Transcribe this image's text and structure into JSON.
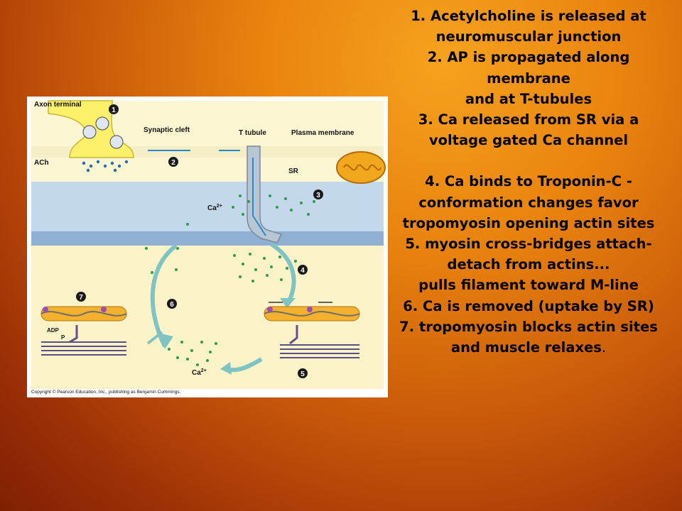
{
  "figure": {
    "labels": {
      "axon_terminal": "Axon terminal",
      "synaptic_cleft": "Synaptic cleft",
      "t_tubule": "T tubule",
      "plasma_membrane": "Plasma membrane",
      "ach": "ACh",
      "sr": "SR",
      "ca": "Ca",
      "ca_sup": "2+",
      "adp": "ADP",
      "p": "P"
    },
    "step_markers": [
      "1",
      "2",
      "3",
      "4",
      "5",
      "6",
      "7"
    ],
    "copyright": "Copyright © Pearson Education, Inc., publishing as Benjamin Cummings."
  },
  "steps": [
    "1. Acetylcholine is released at",
    "neuromuscular junction",
    "2. AP is propagated along membrane",
    "and at T-tubules",
    "3. Ca released from SR via a",
    "voltage gated Ca channel",
    "4. Ca binds to Troponin-C -",
    "conformation changes favor",
    "tropomyosin opening actin sites",
    "5. myosin cross-bridges attach-",
    "detach from actins...",
    "pulls filament toward M-line",
    "6. Ca is removed (uptake by SR)",
    "7. tropomyosin blocks actin sites",
    "and muscle relaxes",
    "."
  ],
  "colors": {
    "background_light": "#f7a21e",
    "background_dark": "#7e2004",
    "axon": "#fdf06a",
    "sr": "#c4d8ec",
    "cytoplasm": "#fcf4c8",
    "calcium": "#2d9a4e",
    "arrow": "#7fc3c3",
    "marker": "#1a1a1a"
  }
}
